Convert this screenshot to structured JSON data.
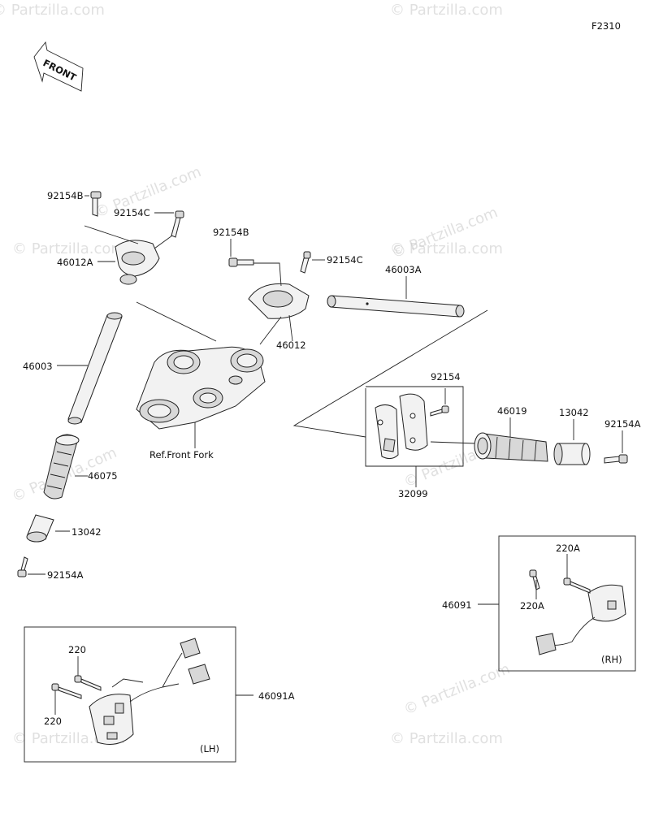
{
  "figure_code": "F2310",
  "front_arrow_label": "FRONT",
  "watermark": "© Partzilla.com",
  "labels": {
    "p92154B_top": "92154B",
    "p92154C_left": "92154C",
    "p46012A": "46012A",
    "p92154B_mid": "92154B",
    "p92154C_mid": "92154C",
    "p46003A": "46003A",
    "p46012": "46012",
    "p46003": "46003",
    "ref_front_fork": "Ref.Front Fork",
    "p92154": "92154",
    "p46019": "46019",
    "p13042_right": "13042",
    "p92154A_right": "92154A",
    "p46075": "46075",
    "p32099": "32099",
    "p13042_left": "13042",
    "p92154A_left": "92154A",
    "p220A_top": "220A",
    "p46091": "46091",
    "p220A_bottom": "220A",
    "rh": "(RH)",
    "p220_top": "220",
    "p46091A": "46091A",
    "p220_bottom": "220",
    "lh": "(LH)"
  }
}
